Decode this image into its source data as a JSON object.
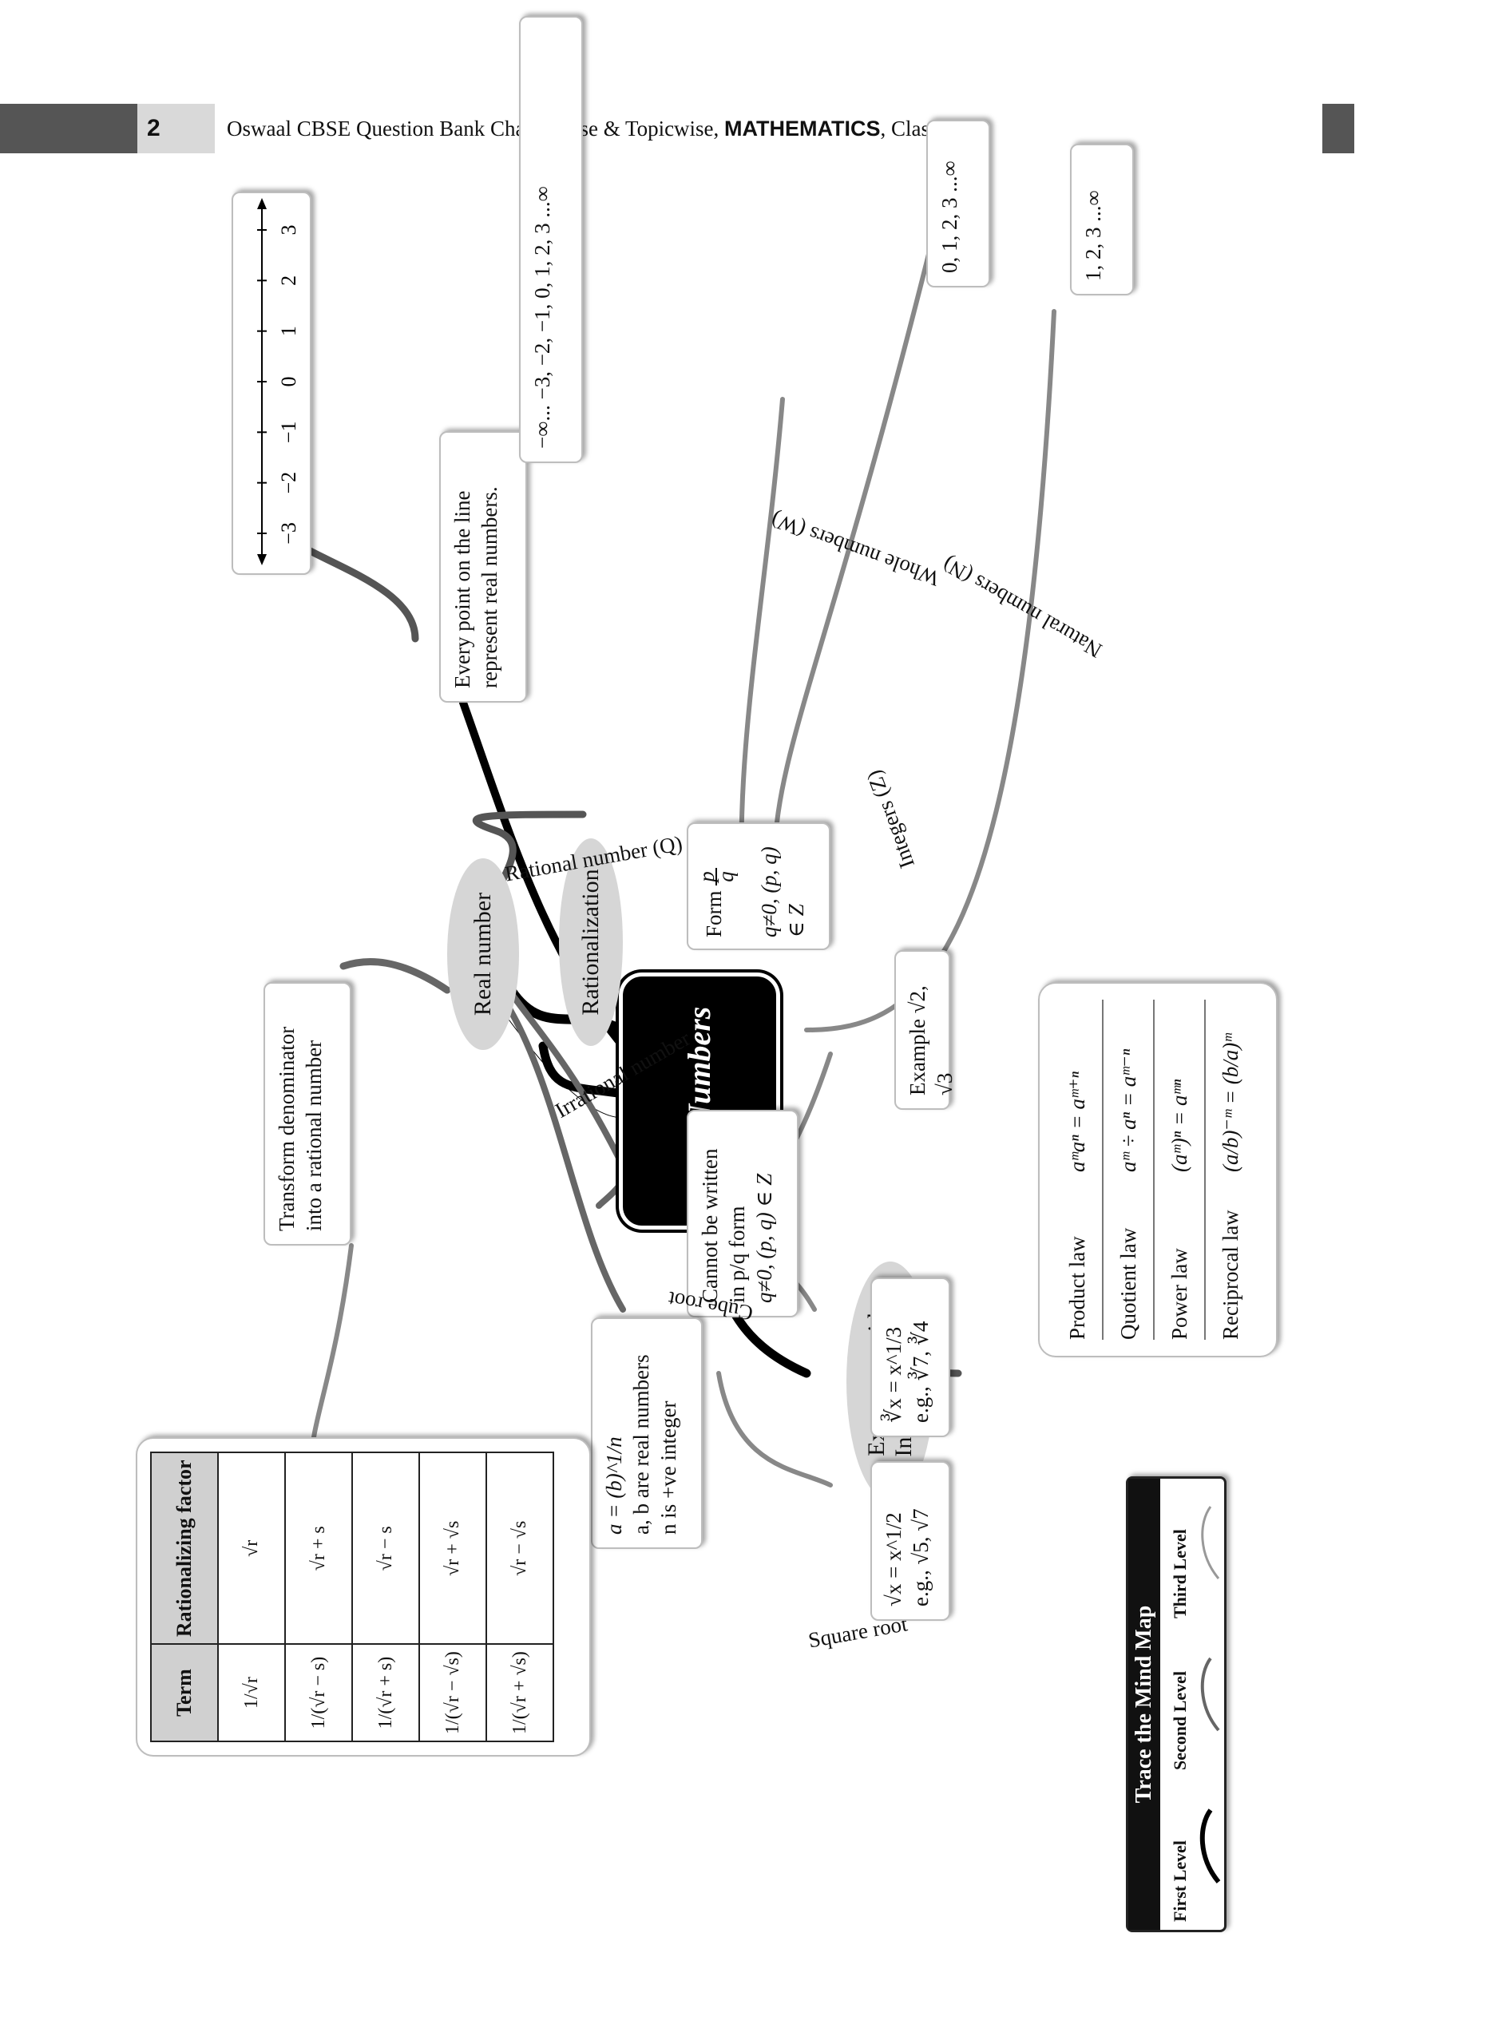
{
  "header": {
    "page_number": "2",
    "title_prefix": "Oswaal CBSE Question Bank Chapterwise & Topicwise, ",
    "title_bold": "MATHEMATICS",
    "title_suffix": ", Class-IX"
  },
  "center": {
    "title": "Real Numbers"
  },
  "branches": {
    "real_number": "Real number",
    "rationalization": "Rationalization",
    "exponents": "Exponents with Integral Powers",
    "every_point": "Every point on the line represent real numbers."
  },
  "number_line": {
    "ticks": [
      "−3",
      "−2",
      "−1",
      "0",
      "1",
      "2",
      "3"
    ]
  },
  "rational": {
    "edge_label": "Rational number (Q)",
    "form": "Form p/q",
    "form_p": "p",
    "form_q": "q",
    "condition": "q≠0, (p, q) ∈ Z",
    "integers_label": "Integers (Z)",
    "integers_values": "−∞... −3, −2, −1, 0, 1, 2, 3 ...∞",
    "whole_label": "Whole numbers (W)",
    "whole_values": "0, 1, 2, 3 ...∞",
    "natural_label": "Natural numbers (N)",
    "natural_values": "1, 2, 3 ...∞"
  },
  "irrational": {
    "edge_label": "Irrational number",
    "line1": "Cannot be written",
    "line2": "in p/q form",
    "line3": "q≠0, (p, q) ∈ Z",
    "example": "Example √2, √3"
  },
  "roots": {
    "line1": "a = (b)^1/n",
    "line2": "a, b are real numbers",
    "line3": "n is +ve integer",
    "cube_label": "Cube root",
    "cube_line1": "∛x = x^1/3",
    "cube_line2": "e.g., ∛7, ∛4",
    "square_label": "Square root",
    "square_line1": "√x = x^1/2",
    "square_line2": "e.g., √5, √7"
  },
  "rationalization_box": {
    "line1": "Transform denominator",
    "line2": "into a rational number"
  },
  "rationalizing_table": {
    "headers": [
      "Term",
      "Rationalizing factor"
    ],
    "rows": [
      [
        "1/√r",
        "√r"
      ],
      [
        "1/(√r − s)",
        "√r + s"
      ],
      [
        "1/(√r + s)",
        "√r − s"
      ],
      [
        "1/(√r − √s)",
        "√r + √s"
      ],
      [
        "1/(√r + √s)",
        "√r − √s"
      ]
    ]
  },
  "laws": [
    {
      "name": "Product law",
      "formula": "aᵐaⁿ = aᵐ⁺ⁿ"
    },
    {
      "name": "Quotient law",
      "formula": "aᵐ ÷ aⁿ = aᵐ⁻ⁿ"
    },
    {
      "name": "Power law",
      "formula": "(aᵐ)ⁿ = aᵐⁿ"
    },
    {
      "name": "Reciprocal law",
      "formula": "(a/b)⁻ᵐ = (b/a)ᵐ"
    }
  ],
  "legend": {
    "title": "Trace the Mind Map",
    "first": "First Level",
    "second": "Second Level",
    "third": "Third Level"
  }
}
